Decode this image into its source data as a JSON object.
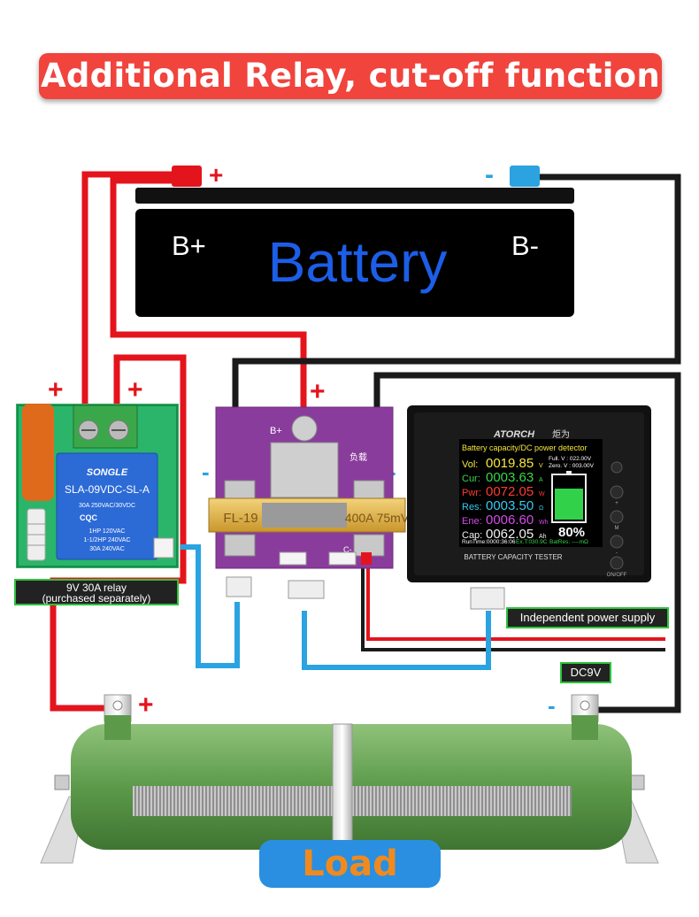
{
  "header": {
    "title": "Additional Relay, cut-off function"
  },
  "battery": {
    "label": "Battery",
    "pos_terminal": "B+",
    "neg_terminal": "B-",
    "plus_sign": "+",
    "minus_sign": "-"
  },
  "relay": {
    "brand": "SONGLE",
    "model": "SLA-09VDC-SL-A",
    "spec1": "30A  250VAC/30VDC",
    "cert": "CQC",
    "spec2": "1HP 120VAC",
    "spec3": "1-1/2HP 240VAC",
    "spec4": "30A 240VAC",
    "caption_line1": "9V 30A relay",
    "caption_line2": "(purchased separately)"
  },
  "shunt_board": {
    "left_label": "FL-19",
    "right_label": "400A 75mV",
    "bplus": "B+",
    "side_label": "负载",
    "bottom_label": "C-"
  },
  "meter": {
    "brand": "ATORCH",
    "brand_cn": "炬为",
    "screen_title": "Battery capacity/DC power detector",
    "rows": [
      {
        "name": "Vol:",
        "value": "0019.85",
        "unit": "V",
        "color": "#f5e83c"
      },
      {
        "name": "Cur:",
        "value": "0003.63",
        "unit": "A",
        "color": "#37d64a"
      },
      {
        "name": "Pwr:",
        "value": "0072.05",
        "unit": "W",
        "color": "#ff3b30"
      },
      {
        "name": "Res:",
        "value": "0003.50",
        "unit": "Ω",
        "color": "#36c9f0"
      },
      {
        "name": "Ene:",
        "value": "0006.60",
        "unit": "Wh",
        "color": "#d44be8"
      },
      {
        "name": "Cap:",
        "value": "0062.05",
        "unit": "Ah",
        "color": "#f2f2f2"
      }
    ],
    "full_v": "Full. V : 022.00V",
    "zero_v": "Zero. V : 003.00V",
    "battery_percent": "80%",
    "runtime": "RunTime:0000:36:06",
    "ext_temp": "Ex.T:030.9C",
    "bat_res": "BatRes: ----mΩ",
    "bottom_label": "BATTERY CAPACITY TESTER",
    "buttons": [
      "+",
      "M",
      "-",
      "ON/OFF"
    ],
    "accent": "#2ec23b"
  },
  "labels": {
    "independent_power": "Independent power supply",
    "dc9v": "DC9V"
  },
  "load": {
    "label": "Load"
  },
  "colors": {
    "positive_wire": "#e4141d",
    "negative_wire": "#1a1a1a",
    "signal_wire": "#2aa3e0",
    "green_frame": "#2ec23b"
  }
}
